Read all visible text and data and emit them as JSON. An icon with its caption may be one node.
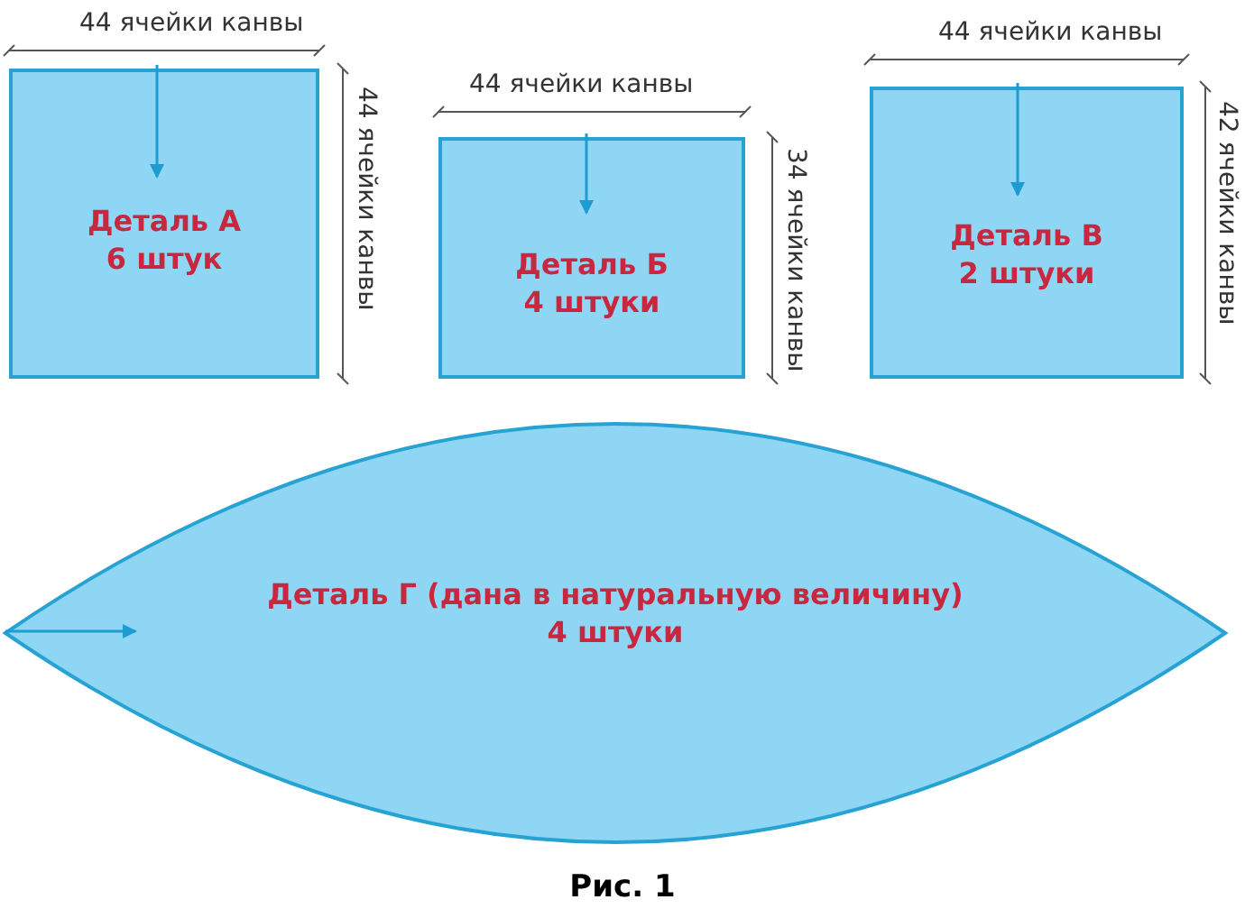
{
  "diagram": {
    "caption": "Рис. 1",
    "nodes": [
      {
        "text": [
          "Деталь А",
          "6 штук"
        ]
      },
      {
        "text": [
          "Деталь Б",
          "4 штуки"
        ]
      },
      {
        "text": [
          "Деталь В",
          "2 штуки"
        ]
      },
      {
        "text": [
          "Деталь Г (дана в натуральную величину)",
          "4 штуки"
        ]
      }
    ],
    "labels": [
      "44 ячейки канвы",
      "44 ячейки канвы",
      "44 ячейки канвы",
      "34 ячейки канвы",
      "44 ячейки канвы",
      "42 ячейки канвы"
    ]
  }
}
